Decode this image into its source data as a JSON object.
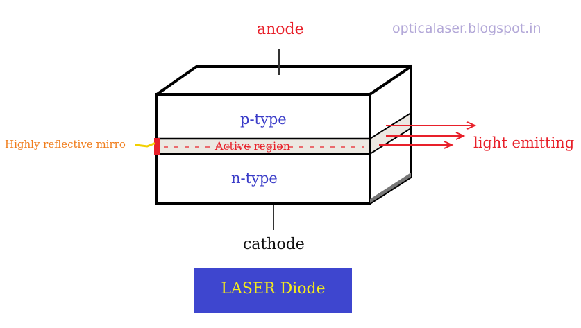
{
  "labels": {
    "anode": "anode",
    "watermark": "opticalaser.blogspot.in",
    "p_type": "p-type",
    "active_region": "Active region",
    "n_type": "n-type",
    "mirror": "Highly reflective mirro",
    "light": "light emitting",
    "cathode": "cathode"
  },
  "title": "LASER Diode",
  "colors": {
    "accent_red": "#e8202a",
    "layer_blue": "#3a3cc8",
    "mirror_orange": "#f07d1c",
    "title_bg": "#3e46cf",
    "title_text": "#f3ea1c",
    "active_fill": "#ece8e2",
    "watermark": "#b3a8d8"
  }
}
